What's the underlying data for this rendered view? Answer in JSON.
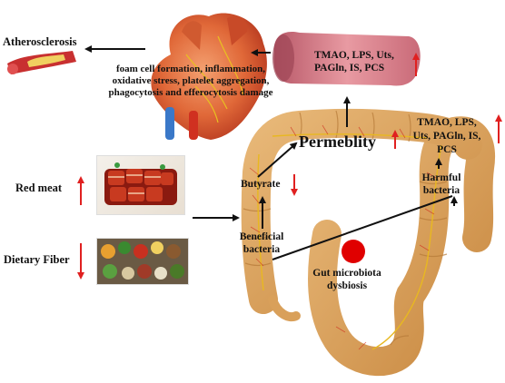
{
  "labels": {
    "atherosclerosis": "Atherosclerosis",
    "heart_effects": [
      "foam cell formation, inflammation,",
      "oxidative stress, platelet aggregation,",
      "phagocytosis and efferocytosis damage"
    ],
    "vessel_metabolites": [
      "TMAO, LPS, Uts,",
      "PAGln, IS, PCS"
    ],
    "permeability": "Permeblity",
    "gut_metabolites": [
      "TMAO, LPS,",
      "Uts, PAGln, IS,",
      "PCS"
    ],
    "butyrate": "Butyrate",
    "beneficial_bacteria": [
      "Beneficial",
      "bacteria"
    ],
    "harmful_bacteria": [
      "Harmful",
      "bacteria"
    ],
    "dysbiosis": [
      "Gut microbiota",
      "dysbiosis"
    ],
    "red_meat": "Red meat",
    "dietary_fiber": "Dietary Fiber"
  },
  "colors": {
    "arrow_black": "#111111",
    "arrow_red": "#e02020",
    "intestine": "#d9a05a",
    "vessel": "#c9707a",
    "dot": "#e00000"
  }
}
